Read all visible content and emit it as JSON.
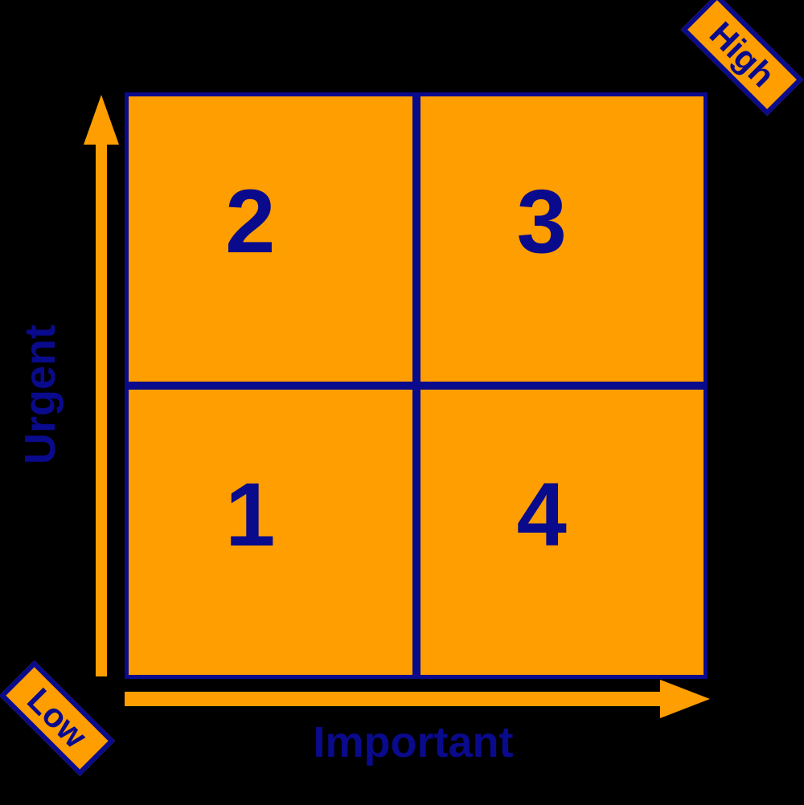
{
  "diagram": {
    "type": "priority-matrix",
    "axes": {
      "vertical": {
        "label": "Urgent",
        "low_end_tag": "Low",
        "high_end_tag": "High",
        "direction": "upward",
        "arrow_color": "#FF9E00"
      },
      "horizontal": {
        "label": "Important",
        "direction": "rightward",
        "arrow_color": "#FF9E00"
      }
    },
    "corner_tags": [
      {
        "name": "low-tag",
        "label": "Low",
        "position": "bottom-left",
        "rotation_deg": 45
      },
      {
        "name": "high-tag",
        "label": "High",
        "position": "top-right",
        "rotation_deg": 45
      }
    ],
    "quadrants": [
      {
        "name": "quadrant-top-left",
        "number": "2",
        "urgent": "high",
        "important": "low"
      },
      {
        "name": "quadrant-top-right",
        "number": "3",
        "urgent": "high",
        "important": "high"
      },
      {
        "name": "quadrant-bottom-left",
        "number": "1",
        "urgent": "low",
        "important": "low"
      },
      {
        "name": "quadrant-bottom-right",
        "number": "4",
        "urgent": "low",
        "important": "high"
      }
    ],
    "colors": {
      "background": "#000000",
      "fill": "#FF9E00",
      "stroke": "#0A0A8C",
      "text": "#0A0A8C"
    }
  }
}
